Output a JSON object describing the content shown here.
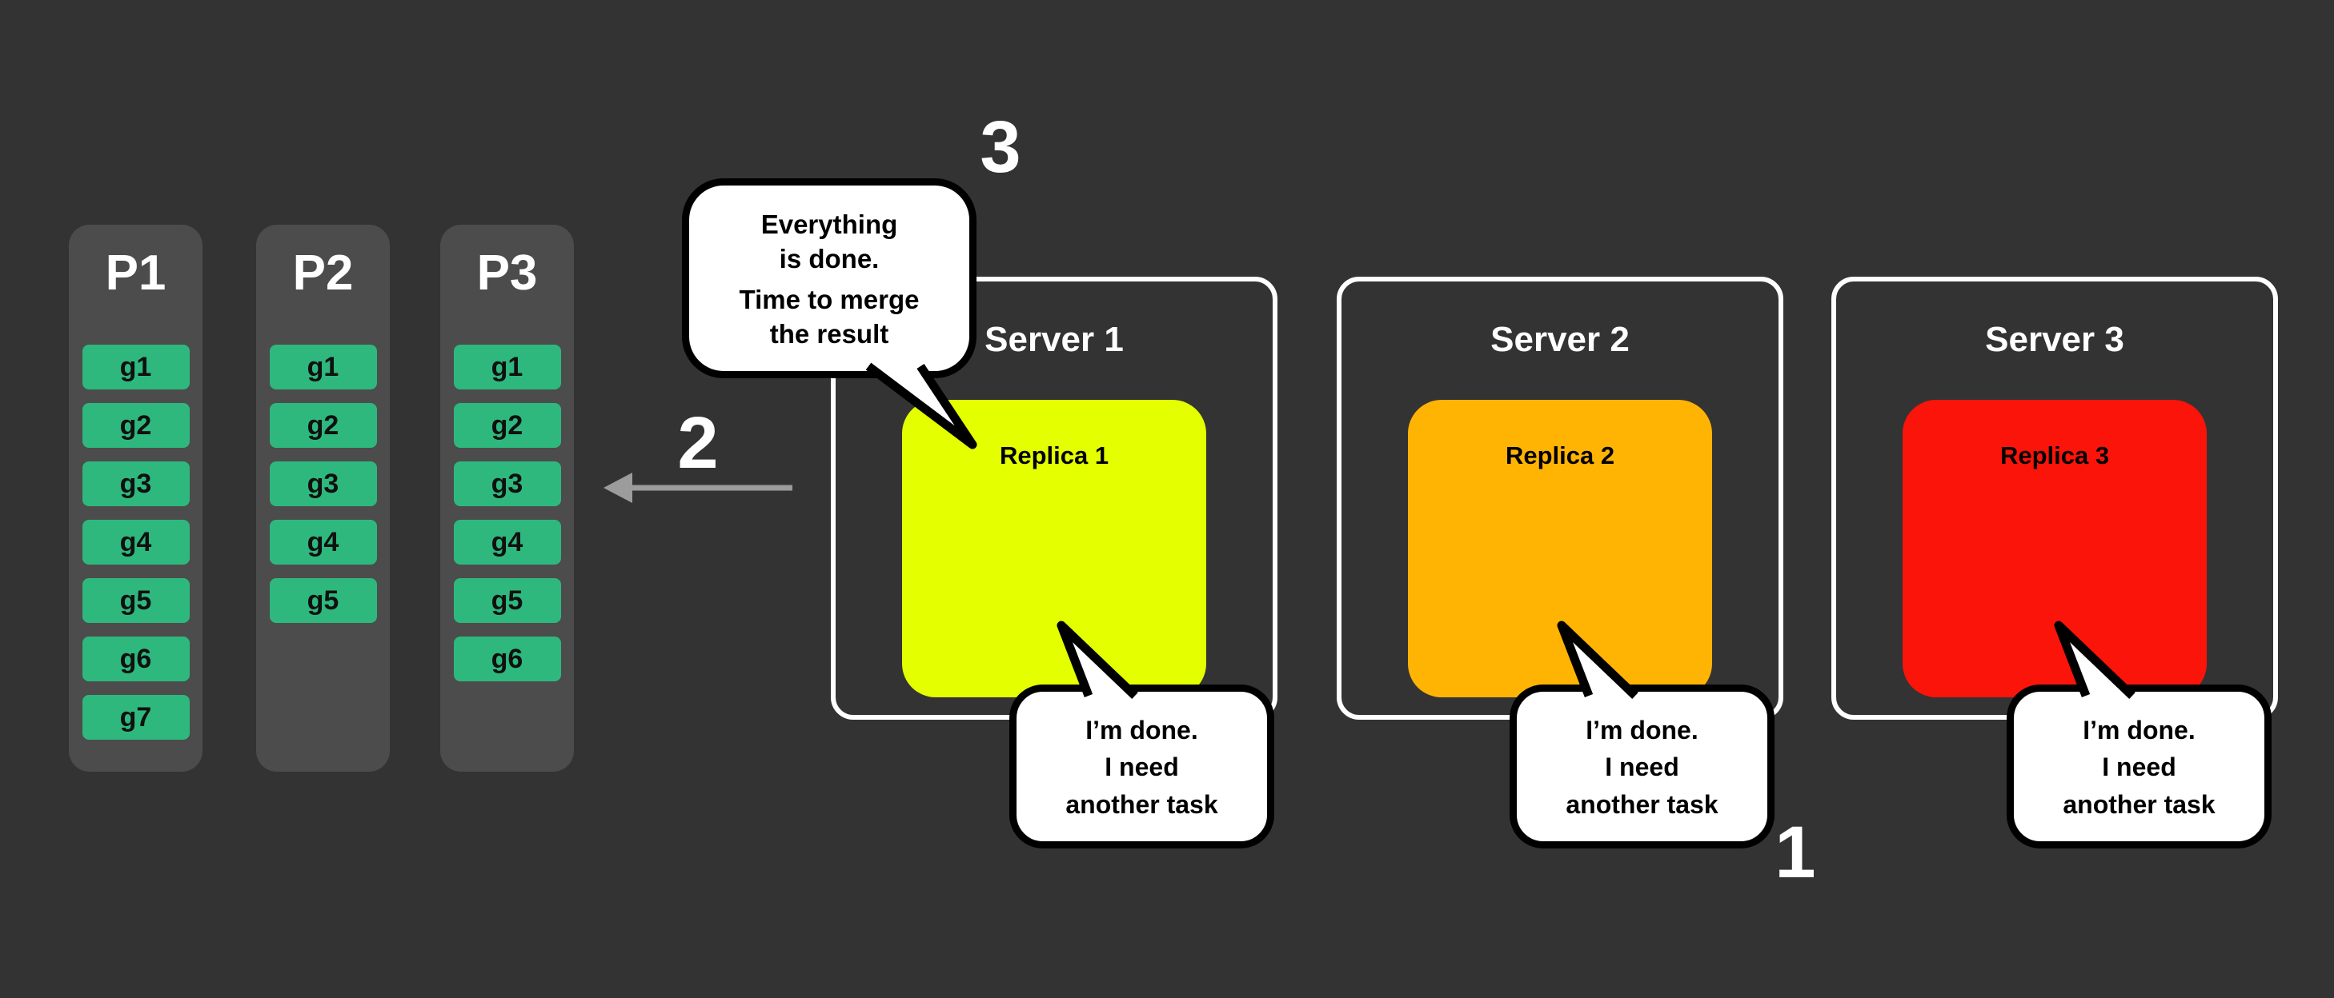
{
  "canvas": {
    "background": "#333333"
  },
  "partitions": [
    {
      "label": "P1",
      "blocks": [
        "g1",
        "g2",
        "g3",
        "g4",
        "g5",
        "g6",
        "g7"
      ]
    },
    {
      "label": "P2",
      "blocks": [
        "g1",
        "g2",
        "g3",
        "g4",
        "g5"
      ]
    },
    {
      "label": "P3",
      "blocks": [
        "g1",
        "g2",
        "g3",
        "g4",
        "g5",
        "g6"
      ]
    }
  ],
  "servers": [
    {
      "name": "Server 1",
      "replica_label": "Replica 1",
      "replica_color": "#e3ff00"
    },
    {
      "name": "Server 2",
      "replica_label": "Replica 2",
      "replica_color": "#ffb404"
    },
    {
      "name": "Server 3",
      "replica_label": "Replica 3",
      "replica_color": "#fa140a"
    }
  ],
  "speech": {
    "merge": {
      "line1": "Everything",
      "line2": "is done.",
      "line3": "Time to merge",
      "line4": "the result"
    },
    "done": {
      "line1": "I’m done.",
      "line2": "I need",
      "line3": "another task"
    }
  },
  "steps": {
    "task_done": "1",
    "merge_transfer": "2",
    "merge_request": "3"
  },
  "colors": {
    "panel": "#4c4c4c",
    "task_block": "#2eb87e",
    "server_border": "#ffffff",
    "arrow": "#9c9c9c"
  }
}
